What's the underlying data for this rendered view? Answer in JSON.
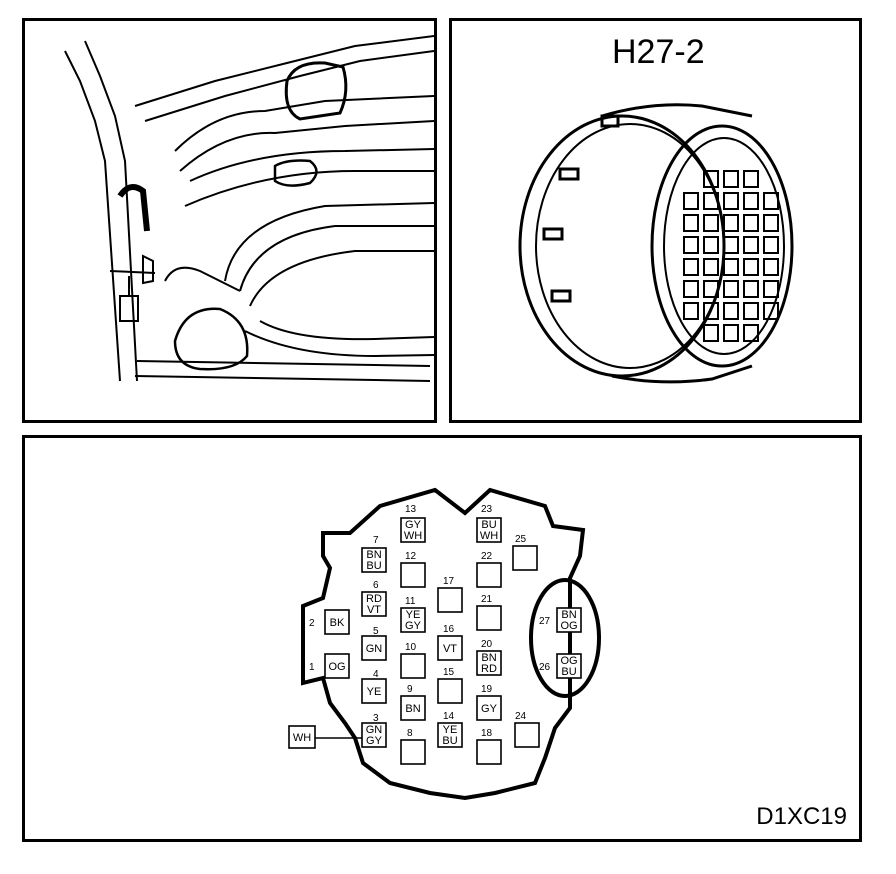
{
  "connector": {
    "title": "H27-2"
  },
  "diagram_code": "D1XC19",
  "cavities": [
    {
      "num": "1",
      "color": "OG"
    },
    {
      "num": "2",
      "color": "BK"
    },
    {
      "num": "3",
      "color": "GN GY"
    },
    {
      "num": "4",
      "color": "YE"
    },
    {
      "num": "5",
      "color": "GN"
    },
    {
      "num": "6",
      "color": "RD VT"
    },
    {
      "num": "7",
      "color": "BN BU"
    },
    {
      "num": "8",
      "color": ""
    },
    {
      "num": "9",
      "color": "BN"
    },
    {
      "num": "10",
      "color": ""
    },
    {
      "num": "11",
      "color": "YE GY"
    },
    {
      "num": "12",
      "color": ""
    },
    {
      "num": "13",
      "color": "GY WH"
    },
    {
      "num": "14",
      "color": "YE BU"
    },
    {
      "num": "15",
      "color": ""
    },
    {
      "num": "16",
      "color": "VT"
    },
    {
      "num": "17",
      "color": ""
    },
    {
      "num": "18",
      "color": ""
    },
    {
      "num": "19",
      "color": "GY"
    },
    {
      "num": "20",
      "color": "BN RD"
    },
    {
      "num": "21",
      "color": ""
    },
    {
      "num": "22",
      "color": ""
    },
    {
      "num": "23",
      "color": "BU WH"
    },
    {
      "num": "24",
      "color": ""
    },
    {
      "num": "25",
      "color": ""
    },
    {
      "num": "26",
      "color": "OG BU"
    },
    {
      "num": "27",
      "color": "BN OG"
    }
  ],
  "splice": {
    "color": "WH"
  }
}
